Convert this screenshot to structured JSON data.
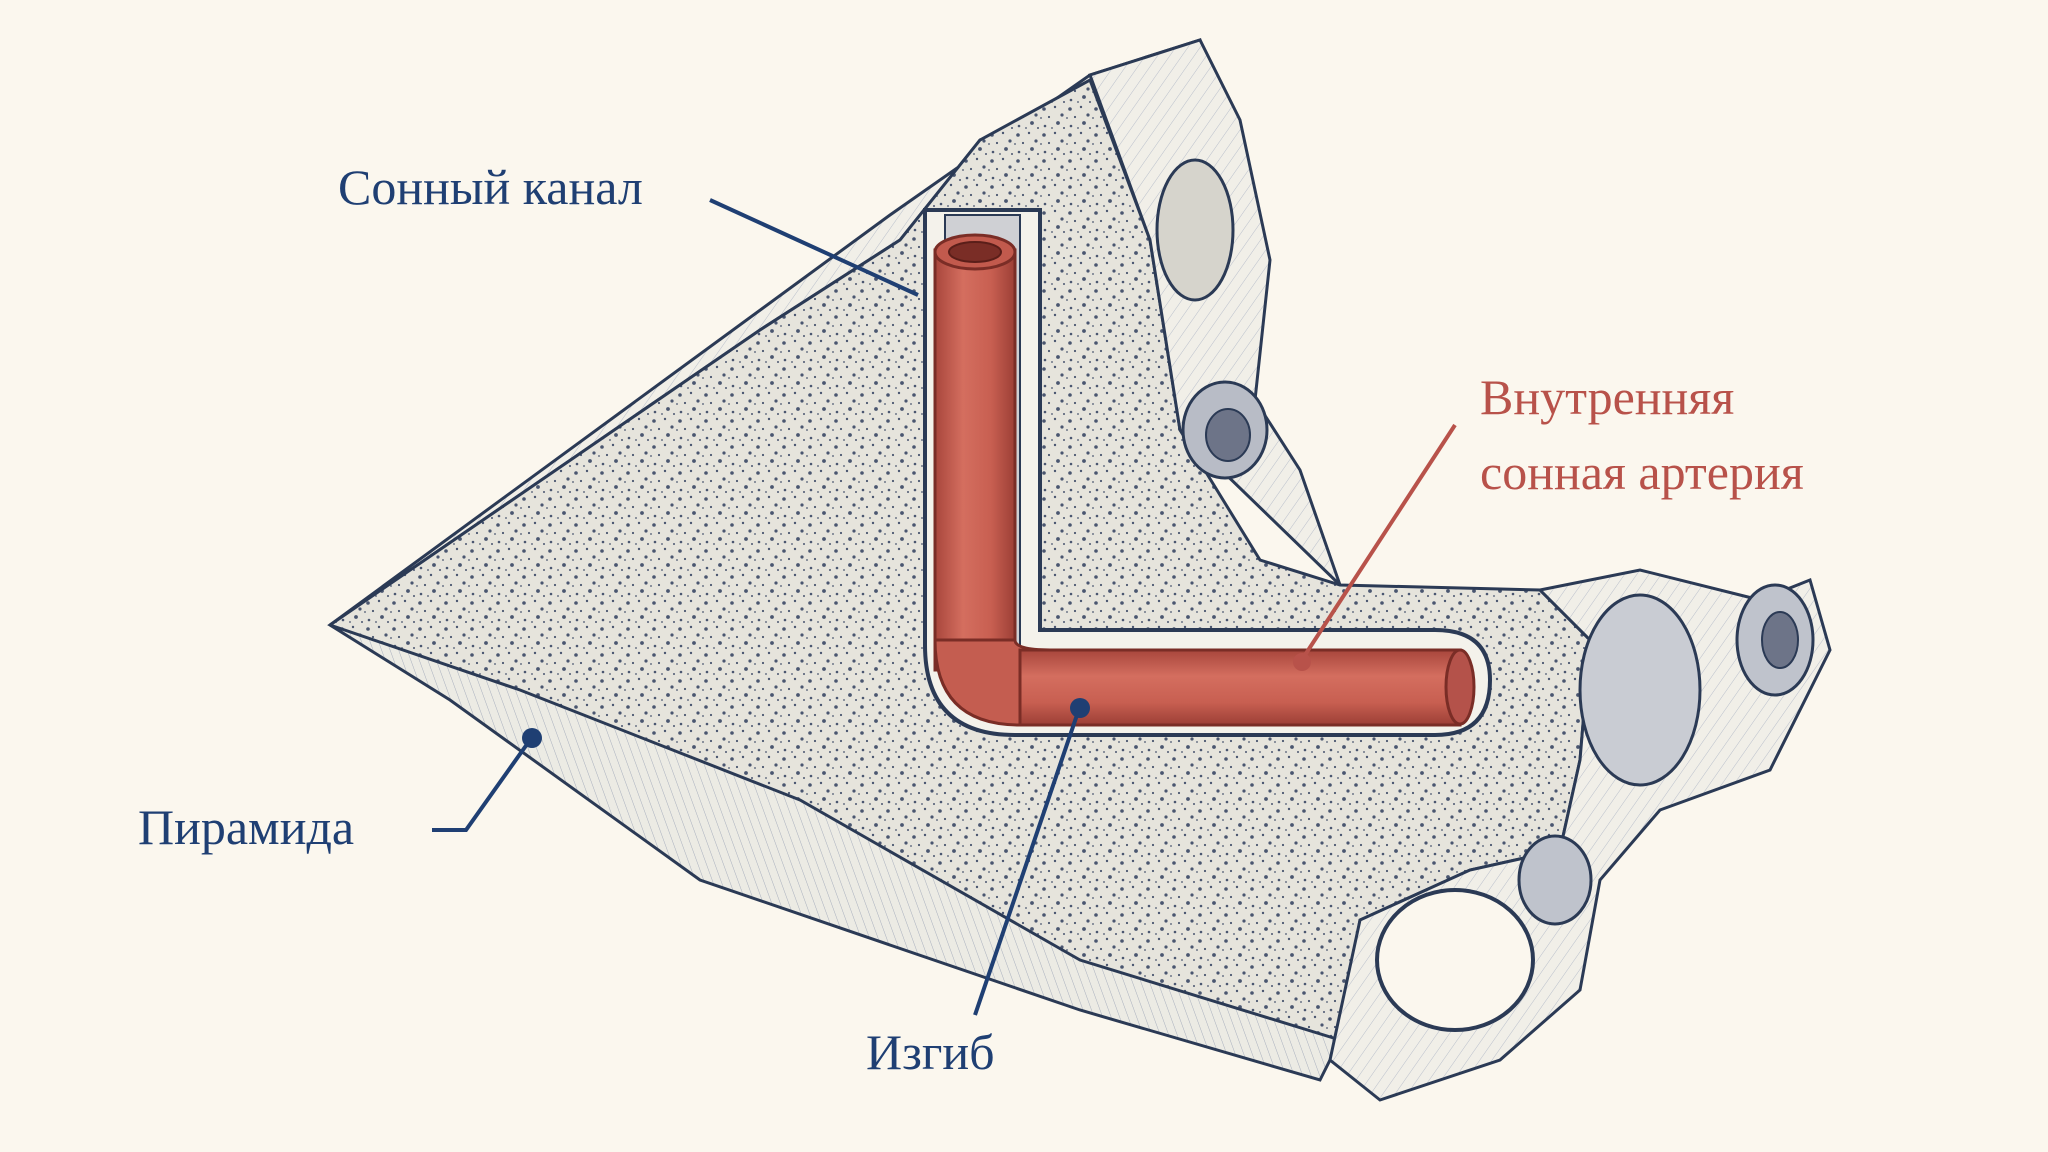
{
  "labels": {
    "canal": "Сонный канал",
    "artery_line1": "Внутренняя",
    "artery_line2": "сонная артерия",
    "pyramid": "Пирамида",
    "bend": "Изгиб"
  },
  "colors": {
    "background": "#fbf7ee",
    "label_blue": "#1f3f73",
    "label_red": "#b8524a",
    "artery": "#cc6556",
    "artery_shadow": "#9c3f36",
    "bone_fill": "#f1efe8",
    "ink": "#2b3a55"
  }
}
